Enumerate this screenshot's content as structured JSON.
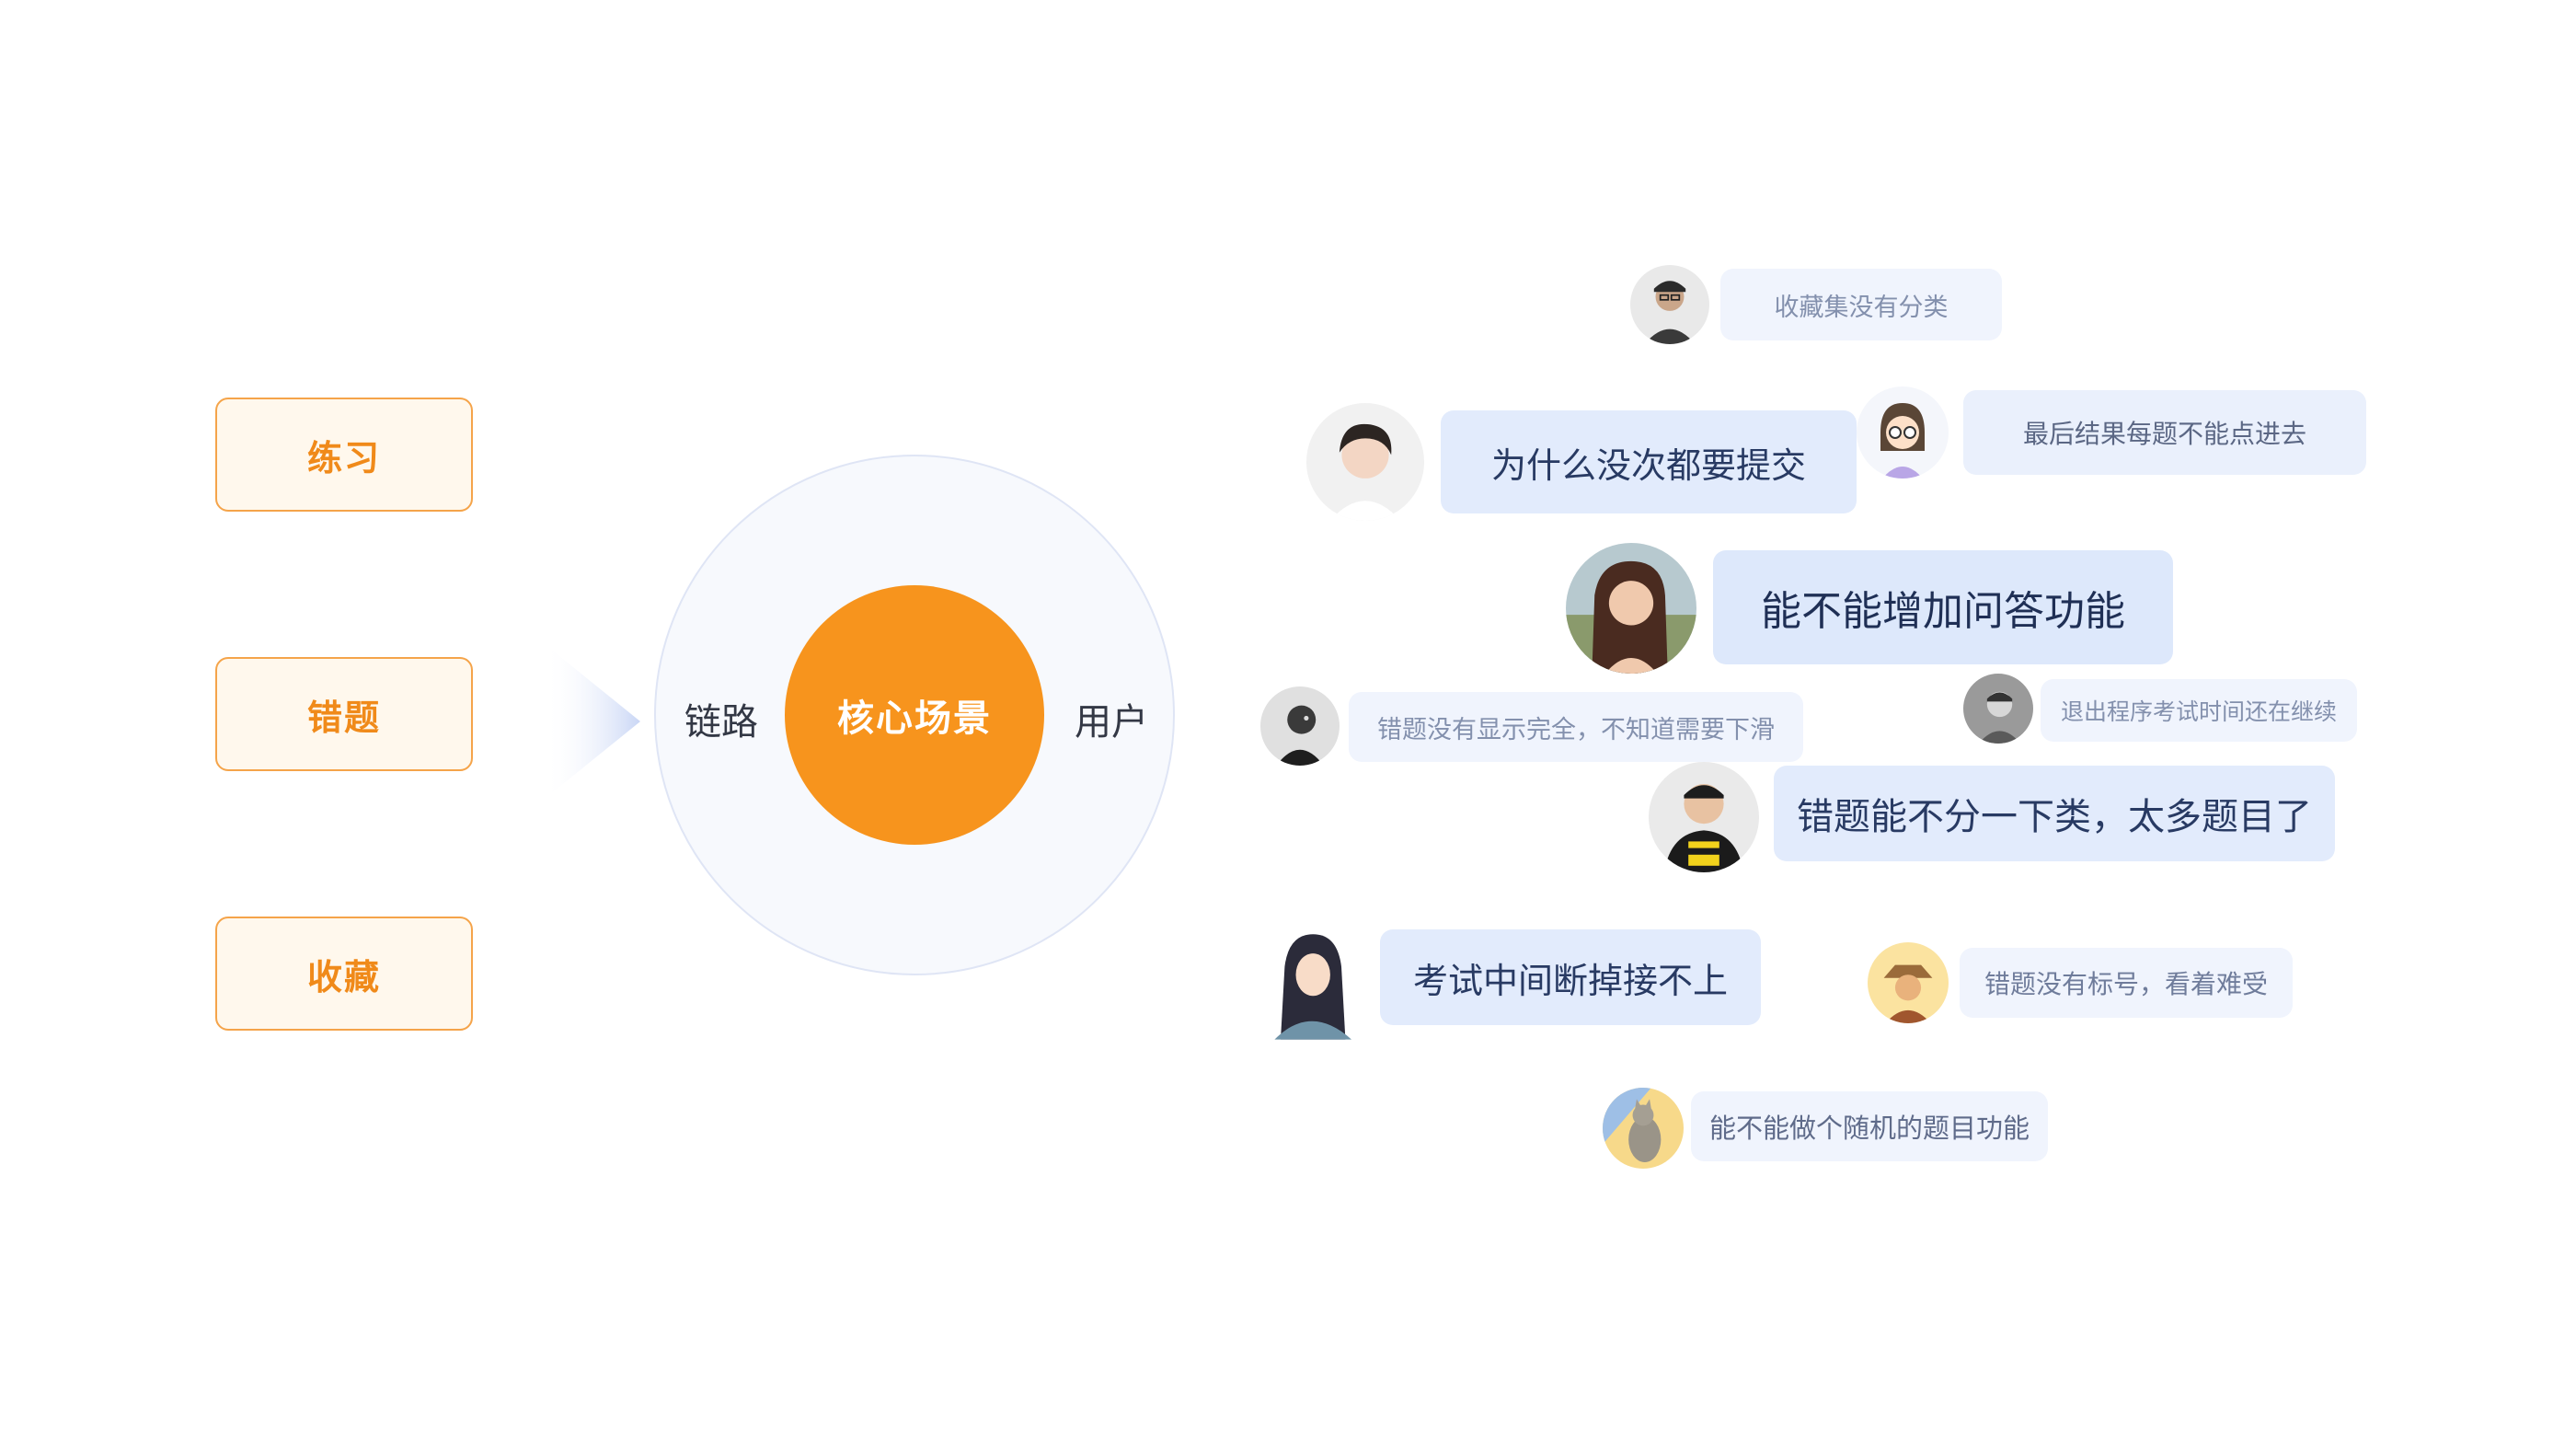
{
  "categories": [
    {
      "label": "练习"
    },
    {
      "label": "错题"
    },
    {
      "label": "收藏"
    }
  ],
  "center": {
    "core_label": "核心场景",
    "left_label": "链路",
    "right_label": "用户"
  },
  "feedback": [
    {
      "text": "收藏集没有分类",
      "avatar": "man-with-glasses-avatar"
    },
    {
      "text": "为什么没次都要提交",
      "avatar": "woman-short-hair-avatar"
    },
    {
      "text": "最后结果每题不能点进去",
      "avatar": "cartoon-girl-glasses-avatar"
    },
    {
      "text": "能不能增加问答功能",
      "avatar": "woman-long-hair-avatar"
    },
    {
      "text": "错题没有显示完全，不知道需要下滑",
      "avatar": "man-grayscale-avatar"
    },
    {
      "text": "退出程序考试时间还在继续",
      "avatar": "man-gray-avatar"
    },
    {
      "text": "错题能不分一下类，太多题目了",
      "avatar": "man-jersey-avatar"
    },
    {
      "text": "考试中间断掉接不上",
      "avatar": "illustrated-woman-avatar"
    },
    {
      "text": "错题没有标号，看着难受",
      "avatar": "cartoon-character-avatar"
    },
    {
      "text": "能不能做个随机的题目功能",
      "avatar": "cat-avatar"
    }
  ],
  "colors": {
    "accent_orange": "#f7941d",
    "category_border": "#f5a44a",
    "bubble_blue": "#dde8fb"
  }
}
